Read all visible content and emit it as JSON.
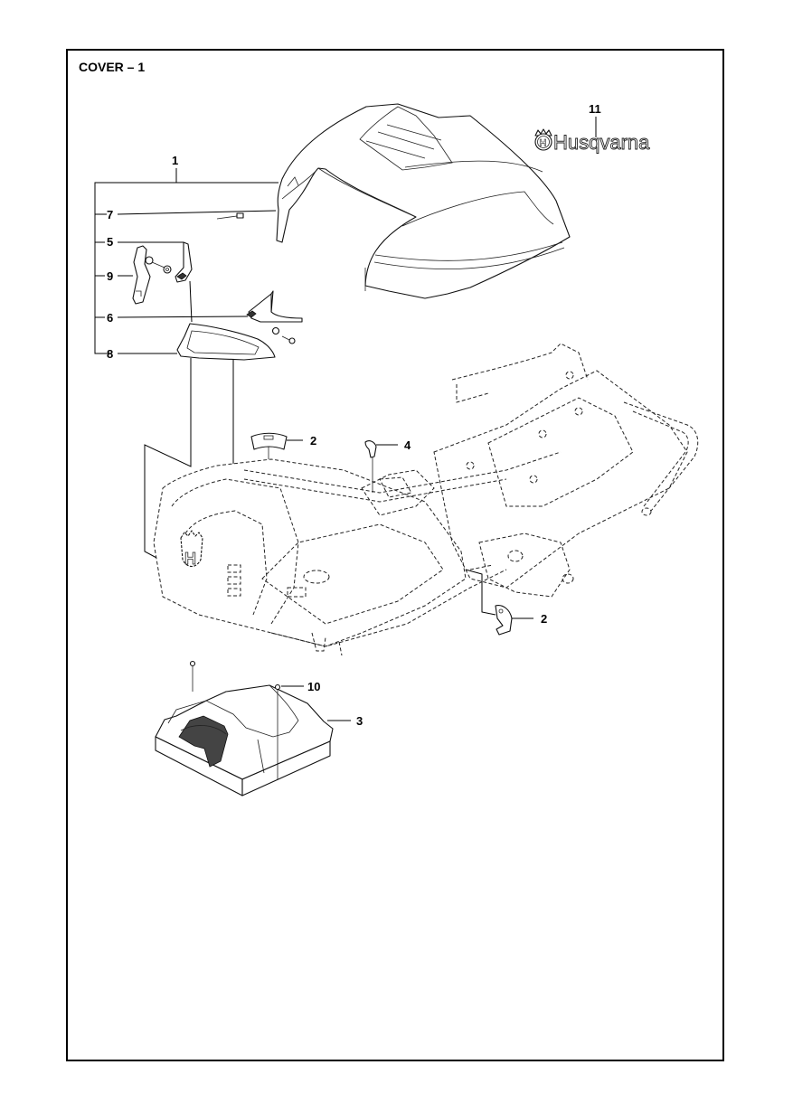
{
  "page": {
    "title": "COVER – 1"
  },
  "brand": {
    "logo_text": "Husqvarna",
    "logo_emblem": "H"
  },
  "callouts": [
    {
      "number": "1",
      "part": "hood-cover"
    },
    {
      "number": "2",
      "part": "clip"
    },
    {
      "number": "2",
      "part": "clip"
    },
    {
      "number": "3",
      "part": "rear-cover"
    },
    {
      "number": "4",
      "part": "cable-clip"
    },
    {
      "number": "5",
      "part": "bracket-right"
    },
    {
      "number": "6",
      "part": "bracket-plate"
    },
    {
      "number": "7",
      "part": "rivet"
    },
    {
      "number": "8",
      "part": "side-panel"
    },
    {
      "number": "9",
      "part": "bracket-left"
    },
    {
      "number": "10",
      "part": "screw"
    },
    {
      "number": "11",
      "part": "decal-husqvarna"
    }
  ]
}
